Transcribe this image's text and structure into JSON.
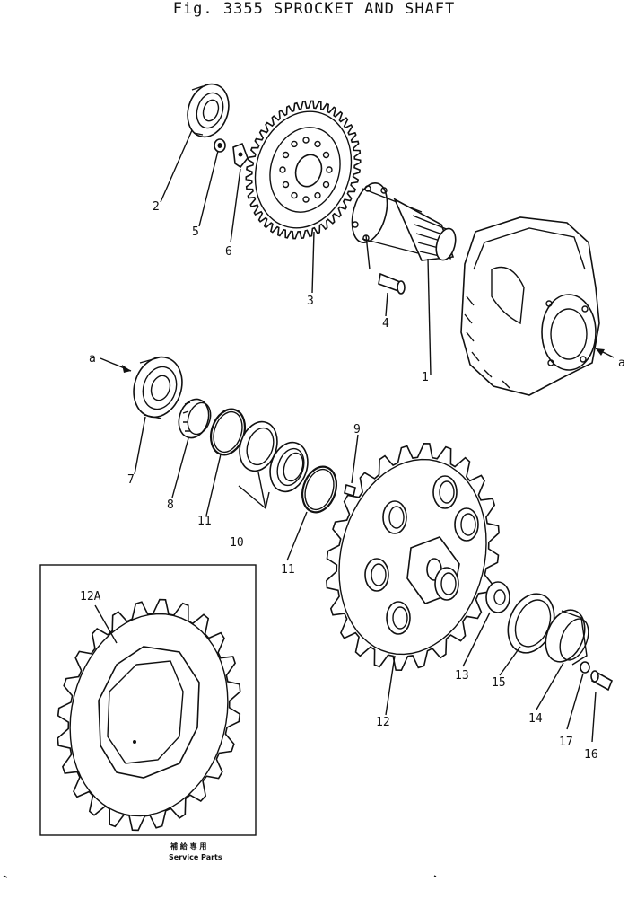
{
  "title": "Fig. 3355 SPROCKET AND SHAFT",
  "inset_caption_cn": "補 給 専 用",
  "inset_caption_en": "Service Parts",
  "section_marker": "a",
  "callouts": [
    {
      "id": "1",
      "label": "1"
    },
    {
      "id": "2",
      "label": "2"
    },
    {
      "id": "3",
      "label": "3"
    },
    {
      "id": "4",
      "label": "4"
    },
    {
      "id": "5",
      "label": "5"
    },
    {
      "id": "6",
      "label": "6"
    },
    {
      "id": "7",
      "label": "7"
    },
    {
      "id": "8",
      "label": "8"
    },
    {
      "id": "9",
      "label": "9"
    },
    {
      "id": "10",
      "label": "10"
    },
    {
      "id": "11a",
      "label": "11"
    },
    {
      "id": "11b",
      "label": "11"
    },
    {
      "id": "12",
      "label": "12"
    },
    {
      "id": "12A",
      "label": "12A"
    },
    {
      "id": "13",
      "label": "13"
    },
    {
      "id": "14",
      "label": "14"
    },
    {
      "id": "15",
      "label": "15"
    },
    {
      "id": "16",
      "label": "16"
    },
    {
      "id": "17",
      "label": "17"
    }
  ]
}
